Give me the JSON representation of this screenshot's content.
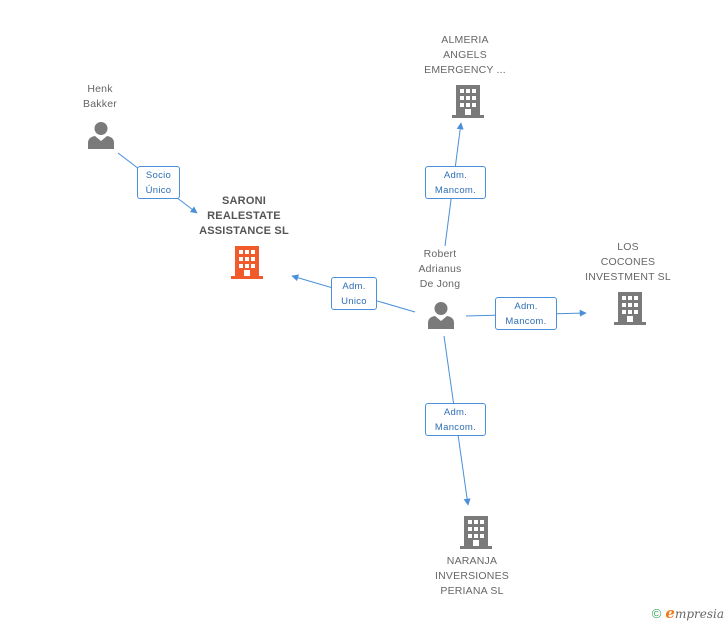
{
  "colors": {
    "edge": "#4a90d9",
    "person": "#7a7a7a",
    "company": "#7a7a7a",
    "main_company": "#f15a2b"
  },
  "nodes": {
    "henk": {
      "label": "Henk\nBakker",
      "icon": "person-icon"
    },
    "saroni": {
      "label": "SARONI\nREALESTATE\nASSISTANCE SL",
      "icon": "building-icon"
    },
    "almeria": {
      "label": "ALMERIA\nANGELS\nEMERGENCY ...",
      "icon": "building-icon"
    },
    "robert": {
      "label": "Robert\nAdrianus\nDe Jong",
      "icon": "person-icon"
    },
    "loscocones": {
      "label": "LOS\nCOCONES\nINVESTMENT SL",
      "icon": "building-icon"
    },
    "naranja": {
      "label": "NARANJA\nINVERSIONES\nPERIANA SL",
      "icon": "building-icon"
    }
  },
  "edges": {
    "henk_saroni": {
      "label": "Socio\nÚnico"
    },
    "robert_saroni": {
      "label": "Adm.\nUnico"
    },
    "robert_almeria": {
      "label": "Adm.\nMancom."
    },
    "robert_loscocones": {
      "label": "Adm.\nMancom."
    },
    "robert_naranja": {
      "label": "Adm.\nMancom."
    }
  },
  "footer": {
    "copyright": "©",
    "brand_initial": "e",
    "brand_rest": "mpresia"
  }
}
